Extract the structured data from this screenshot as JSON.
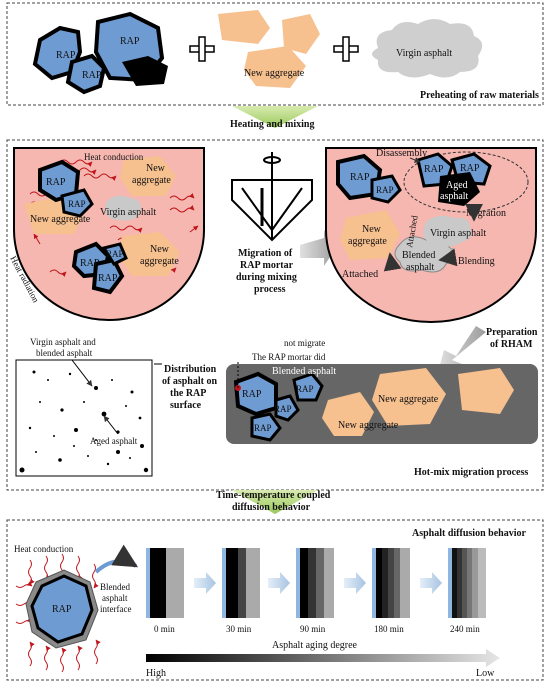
{
  "panel1": {
    "rap1": "RAP",
    "rap2": "RAP",
    "rap3": "RAP",
    "new_aggregate": "New aggregate",
    "virgin_asphalt": "Virgin asphalt",
    "caption": "Preheating of raw materials"
  },
  "step1": "Heating and mixing",
  "panel2": {
    "heat_conduction": "Heat conduction",
    "heat_radiation": "Heat radiation",
    "rap_a": "RAP",
    "rap_b": "RAP",
    "rap_c": "RAP",
    "rap_d": "RAP",
    "rap_e": "RAP",
    "new_agg_1a": "New",
    "new_agg_1b": "aggregate",
    "new_agg_2": "New aggregate",
    "new_agg_3a": "New",
    "new_agg_3b": "aggregate",
    "virgin_asphalt": "Virgin asphalt",
    "migration_l1": "Migration of",
    "migration_l2": "RAP mortar",
    "migration_l3": "during mixing",
    "migration_l4": "process",
    "disassembly": "Disassembly",
    "rap_r1": "RAP",
    "rap_r2": "RAP",
    "rap_r3": "RAP",
    "rap_r4": "RAP",
    "aged_asphalt_a": "Aged",
    "aged_asphalt_b": "asphalt",
    "new_agg_r_a": "New",
    "new_agg_r_b": "aggregate",
    "attached_v": "Attached",
    "attached_h": "Attached",
    "migration": "Migration",
    "virgin_asphalt_r": "Virgin asphalt",
    "blended_asphalt_a": "Blended",
    "blended_asphalt_b": "asphalt",
    "blending": "Blending",
    "preparation_l1": "Preparation",
    "preparation_l2": "of RHAM",
    "not_migrate_l1": "The RAP mortar did",
    "not_migrate_l2": "not migrate",
    "virgin_blended_l1": "Virgin asphalt and",
    "virgin_blended_l2": "blended asphalt",
    "distribution_l1": "Distribution",
    "distribution_l2": "of asphalt on",
    "distribution_l3": "the RAP",
    "distribution_l4": "surface",
    "aged_asphalt": "Aged asphalt",
    "blended_asphalt": "Blended asphalt",
    "rap_m1": "RAP",
    "rap_m2": "RAP",
    "rap_m3": "RAP",
    "rap_m4": "RAP",
    "new_agg_m1": "New aggregate",
    "new_agg_m2": "New aggregate",
    "caption": "Hot-mix migration process"
  },
  "step2_l1": "Time-temperature coupled",
  "step2_l2": "diffusion behavior",
  "panel3": {
    "heat_conduction": "Heat conduction",
    "rap": "RAP",
    "interface_l1": "Blended",
    "interface_l2": "asphalt",
    "interface_l3": "interface",
    "times": [
      "0 min",
      "30 min",
      "90 min",
      "180 min",
      "240 min"
    ],
    "aging_degree": "Asphalt aging degree",
    "high": "High",
    "low": "Low",
    "caption": "Asphalt diffusion behavior"
  }
}
